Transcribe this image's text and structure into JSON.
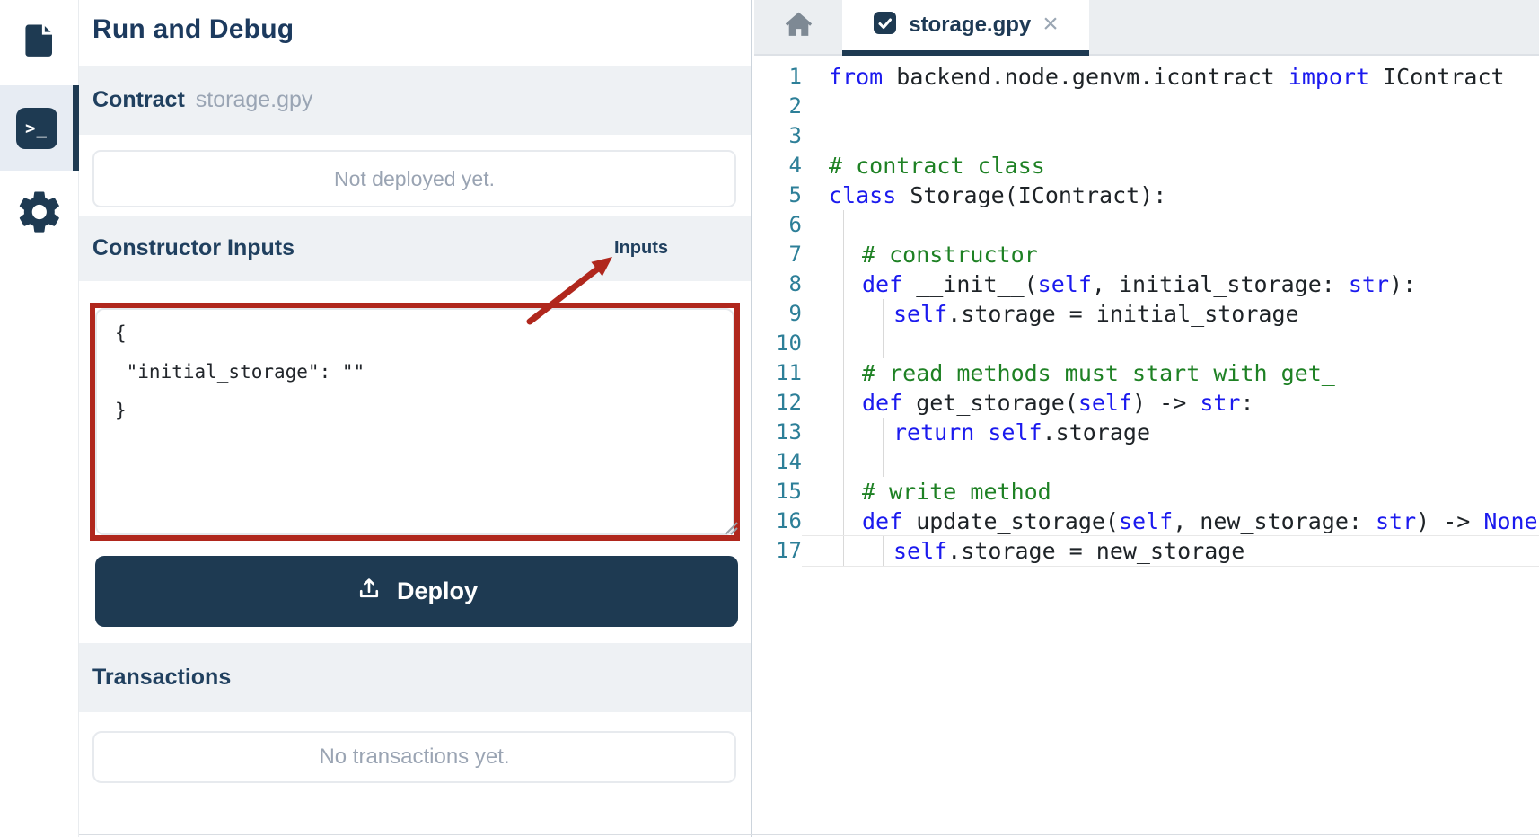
{
  "colors": {
    "accent_navy": "#1e3a52",
    "annotation_red": "#b0271d",
    "keyword_blue": "#1b1aee",
    "comment_green": "#1e8124",
    "line_number_teal": "#2d7f98",
    "section_band_gray": "#eef1f4"
  },
  "sidebar": {
    "items": [
      {
        "id": "files",
        "icon": "file-icon",
        "active": false
      },
      {
        "id": "run-and-debug",
        "icon": "terminal-icon",
        "active": true,
        "glyph": ">_"
      },
      {
        "id": "settings",
        "icon": "gear-icon",
        "active": false
      }
    ]
  },
  "panel": {
    "title": "Run and Debug",
    "contract_label": "Contract",
    "contract_filename": "storage.gpy",
    "deployment_status": "Not deployed yet.",
    "constructor_label": "Constructor Inputs",
    "inputs_toggle_label": "Inputs",
    "constructor_json": "{\n \"initial_storage\": \"\"\n}",
    "deploy_label": "Deploy",
    "transactions_label": "Transactions",
    "transactions_empty": "No transactions yet."
  },
  "editor": {
    "tab": {
      "title": "storage.gpy",
      "close_glyph": "×",
      "badge_icon": "check-badge-icon"
    },
    "home_icon": "home-icon",
    "code": {
      "language": "python",
      "lines": [
        {
          "n": 1,
          "tokens": [
            {
              "c": "kw",
              "t": "from"
            },
            {
              "c": "pl",
              "t": " backend.node.genvm.icontract "
            },
            {
              "c": "kw",
              "t": "import"
            },
            {
              "c": "pl",
              "t": " IContract"
            }
          ]
        },
        {
          "n": 2,
          "tokens": []
        },
        {
          "n": 3,
          "tokens": []
        },
        {
          "n": 4,
          "tokens": [
            {
              "c": "cm",
              "t": "# contract class"
            }
          ]
        },
        {
          "n": 5,
          "tokens": [
            {
              "c": "kw",
              "t": "class"
            },
            {
              "c": "pl",
              "t": " Storage(IContract):"
            }
          ]
        },
        {
          "n": 6,
          "tokens": []
        },
        {
          "n": 7,
          "tokens": [
            {
              "c": "in1"
            },
            {
              "c": "cm",
              "t": "# constructor"
            }
          ]
        },
        {
          "n": 8,
          "tokens": [
            {
              "c": "in1"
            },
            {
              "c": "kw",
              "t": "def"
            },
            {
              "c": "pl",
              "t": " __init__("
            },
            {
              "c": "kw",
              "t": "self"
            },
            {
              "c": "pl",
              "t": ", initial_storage: "
            },
            {
              "c": "kw",
              "t": "str"
            },
            {
              "c": "pl",
              "t": "):"
            }
          ]
        },
        {
          "n": 9,
          "tokens": [
            {
              "c": "in2"
            },
            {
              "c": "kw",
              "t": "self"
            },
            {
              "c": "pl",
              "t": ".storage = initial_storage"
            }
          ]
        },
        {
          "n": 10,
          "tokens": []
        },
        {
          "n": 11,
          "tokens": [
            {
              "c": "in1"
            },
            {
              "c": "cm",
              "t": "# read methods must start with get_"
            }
          ]
        },
        {
          "n": 12,
          "tokens": [
            {
              "c": "in1"
            },
            {
              "c": "kw",
              "t": "def"
            },
            {
              "c": "pl",
              "t": " get_storage("
            },
            {
              "c": "kw",
              "t": "self"
            },
            {
              "c": "pl",
              "t": ") -> "
            },
            {
              "c": "kw",
              "t": "str"
            },
            {
              "c": "pl",
              "t": ":"
            }
          ]
        },
        {
          "n": 13,
          "tokens": [
            {
              "c": "in2"
            },
            {
              "c": "kw",
              "t": "return"
            },
            {
              "c": "pl",
              "t": " "
            },
            {
              "c": "kw",
              "t": "self"
            },
            {
              "c": "pl",
              "t": ".storage"
            }
          ]
        },
        {
          "n": 14,
          "tokens": []
        },
        {
          "n": 15,
          "tokens": [
            {
              "c": "in1"
            },
            {
              "c": "cm",
              "t": "# write method"
            }
          ]
        },
        {
          "n": 16,
          "tokens": [
            {
              "c": "in1"
            },
            {
              "c": "kw",
              "t": "def"
            },
            {
              "c": "pl",
              "t": " update_storage("
            },
            {
              "c": "kw",
              "t": "self"
            },
            {
              "c": "pl",
              "t": ", new_storage: "
            },
            {
              "c": "kw",
              "t": "str"
            },
            {
              "c": "pl",
              "t": ") -> "
            },
            {
              "c": "kw",
              "t": "None"
            }
          ]
        },
        {
          "n": 17,
          "active": true,
          "tokens": [
            {
              "c": "in2"
            },
            {
              "c": "kw",
              "t": "self"
            },
            {
              "c": "pl",
              "t": ".storage = new_storage"
            }
          ]
        }
      ]
    }
  },
  "annotations": {
    "highlight": "constructor-inputs-box",
    "arrow_target": "Inputs"
  }
}
